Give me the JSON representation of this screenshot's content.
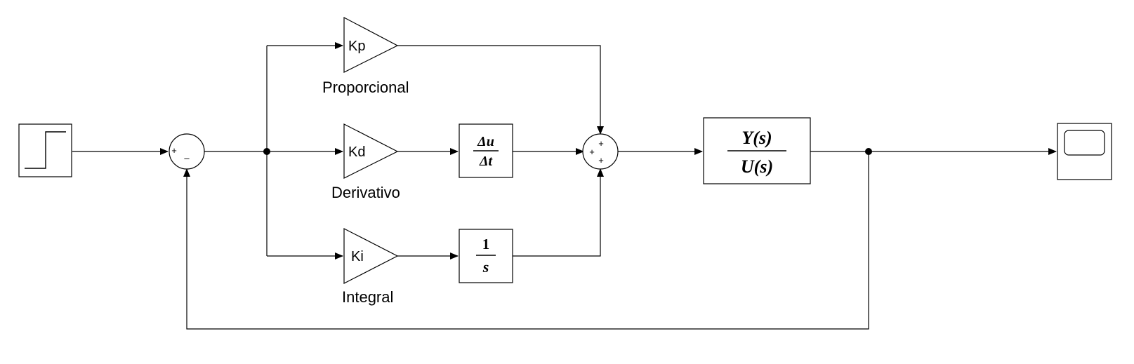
{
  "gains": {
    "proportional": "Kp",
    "derivative": "Kd",
    "integral": "Ki"
  },
  "branch_labels": {
    "proportional": "Proporcional",
    "derivative": "Derivativo",
    "integral": "Integral"
  },
  "blocks": {
    "derivative": {
      "delta": "Δ",
      "num_var": "u",
      "den_var": "t"
    },
    "integrator": {
      "num": "1",
      "den": "s"
    },
    "plant": {
      "num_var": "Y",
      "den_var": "U",
      "arg": "(s)"
    }
  },
  "error_sum_signs": {
    "top": "+",
    "bottom": "–"
  },
  "output_sum_signs": {
    "s1": "+",
    "s2": "+",
    "s3": "+"
  }
}
